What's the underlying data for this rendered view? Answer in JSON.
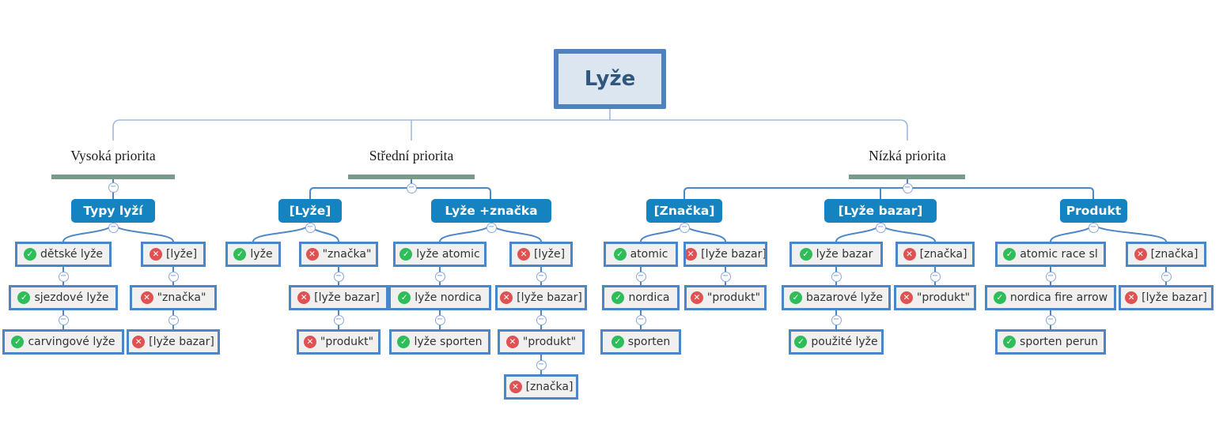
{
  "root_label": "Lyže",
  "branches": [
    {
      "label": "Vysoká priorita"
    },
    {
      "label": "Střední priorita"
    },
    {
      "label": "Nízká priorita"
    }
  ],
  "groups": [
    {
      "title": "Typy lyží",
      "branch": "Vysoká priorita",
      "keep": [
        "dětské lyže",
        "sjezdové lyže",
        "carvingové lyže"
      ],
      "exclude": [
        "[lyže]",
        "\"značka\"",
        "[lyže bazar]"
      ]
    },
    {
      "title": "[Lyže]",
      "branch": "Střední priorita",
      "keep": [
        "lyže"
      ],
      "exclude": [
        "\"značka\"",
        "[lyže bazar]",
        "\"produkt\""
      ]
    },
    {
      "title": "Lyže +značka",
      "branch": "Střední priorita",
      "keep": [
        "lyže atomic",
        "lyže nordica",
        "lyže sporten"
      ],
      "exclude": [
        "[lyže]",
        "[lyže bazar]",
        "\"produkt\"",
        "[značka]"
      ]
    },
    {
      "title": "[Značka]",
      "branch": "Nízká priorita",
      "keep": [
        "atomic",
        "nordica",
        "sporten"
      ],
      "exclude": [
        "[lyže bazar]",
        "\"produkt\""
      ]
    },
    {
      "title": "[Lyže bazar]",
      "branch": "Nízká priorita",
      "keep": [
        "lyže bazar",
        "bazarové lyže",
        "použité lyže"
      ],
      "exclude": [
        "[značka]",
        "\"produkt\""
      ]
    },
    {
      "title": "Produkt",
      "branch": "Nízká priorita",
      "keep": [
        "atomic race sl",
        "nordica fire arrow",
        "sporten perun"
      ],
      "exclude": [
        "[značka]",
        "[lyže bazar]"
      ]
    }
  ],
  "icons": {
    "keep": "check-icon",
    "exclude": "x-icon",
    "collapse": "minus-toggle"
  },
  "colors": {
    "root_border": "#4f81bd",
    "root_fill": "#dce6f1",
    "root_text": "#31577f",
    "header_blue": "#1583bf",
    "node_border": "#4b86c8",
    "node_fill": "#f0f0f1",
    "keep_green": "#2ebd59",
    "exclude_red": "#e05252",
    "priority_bar_green": "#7a9a8c",
    "connector_blue": "#4e87c6",
    "connector_light_blue": "#9fb9e0"
  }
}
